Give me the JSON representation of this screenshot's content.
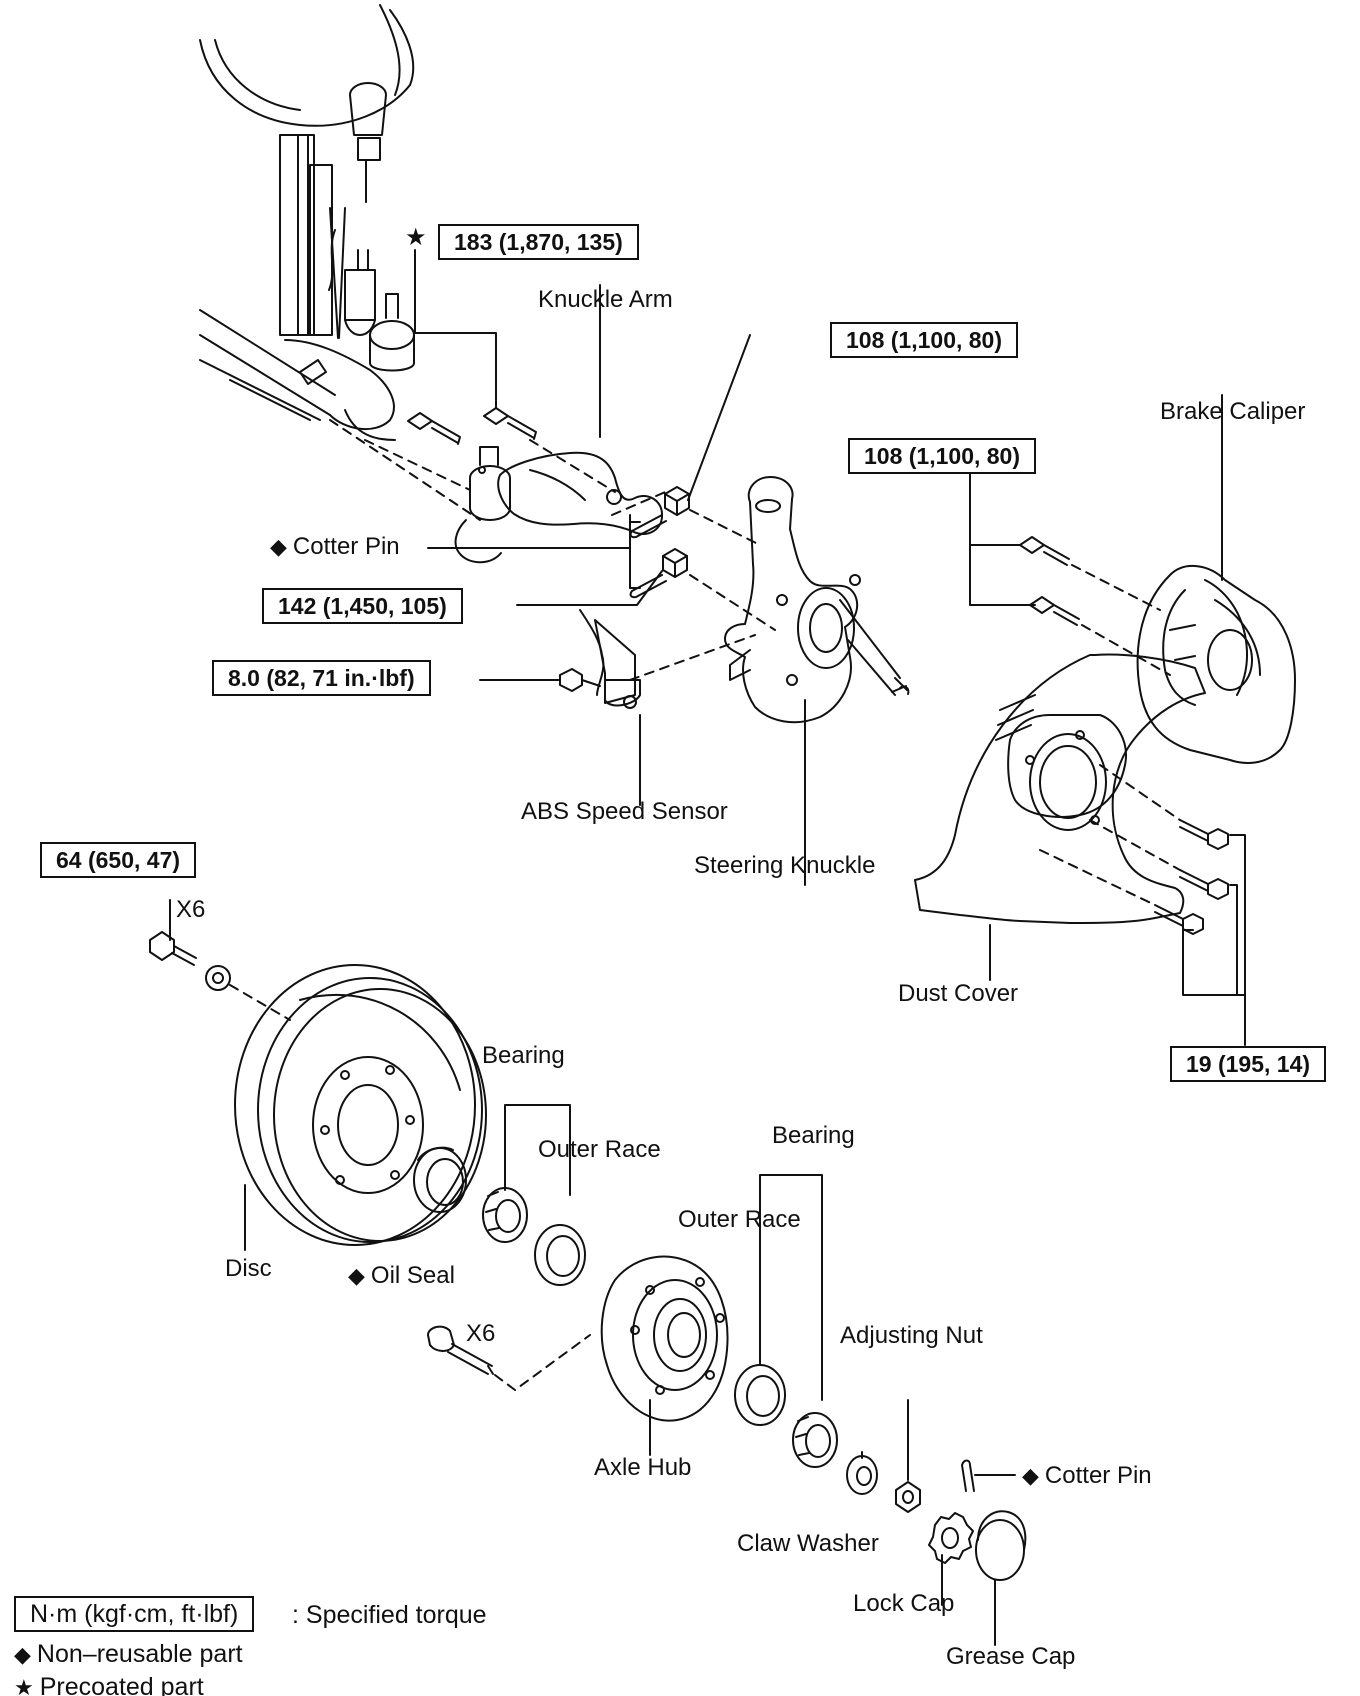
{
  "symbols": {
    "star": "★",
    "diamond": "◆"
  },
  "torque": {
    "knuckle_arm_bolt": "183 (1,870, 135)",
    "knuckle_arm_nut": "108 (1,100, 80)",
    "caliper_bolt": "108 (1,100, 80)",
    "tie_rod_nut": "142 (1,450, 105)",
    "abs_sensor_bolt": "8.0 (82, 71 in.·lbf)",
    "disc_bolt": "64 (650, 47)",
    "dust_cover_bolt": "19 (195, 14)"
  },
  "parts": {
    "knuckle_arm": "Knuckle Arm",
    "brake_caliper": "Brake Caliper",
    "cotter_pin_upper": "Cotter Pin",
    "abs_speed_sensor": "ABS Speed Sensor",
    "steering_knuckle": "Steering Knuckle",
    "dust_cover": "Dust Cover",
    "x6_disc": "X6",
    "bearing_inner": "Bearing",
    "outer_race_inner": "Outer Race",
    "bearing_outer": "Bearing",
    "outer_race_outer": "Outer Race",
    "disc": "Disc",
    "oil_seal": "Oil Seal",
    "x6_hub": "X6",
    "adjusting_nut": "Adjusting Nut",
    "axle_hub": "Axle Hub",
    "cotter_pin_lower": "Cotter Pin",
    "claw_washer": "Claw Washer",
    "lock_cap": "Lock Cap",
    "grease_cap": "Grease Cap"
  },
  "legend": {
    "unit_box": "N·m (kgf·cm, ft·lbf)",
    "unit_text": ": Specified torque",
    "non_reusable": "Non–reusable part",
    "precoated": "Precoated part"
  }
}
